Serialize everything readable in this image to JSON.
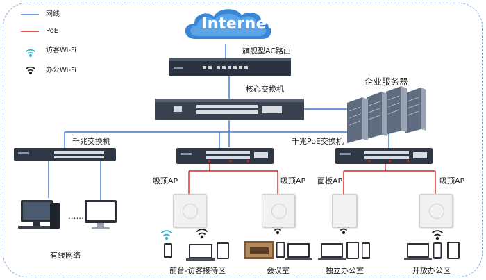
{
  "legend": {
    "wired": "网线",
    "poe": "PoE",
    "guest_wifi": "访客Wi-Fi",
    "office_wifi": "办公Wi-Fi"
  },
  "nodes": {
    "internet": "Internet",
    "ac_router": "旗舰型AC路由",
    "core_switch": "核心交换机",
    "servers": "企业服务器",
    "gigabit_switch": "千兆交换机",
    "poe_switch": "千兆PoE交换机",
    "ap_ceiling_1": "吸顶AP",
    "ap_ceiling_2": "吸顶AP",
    "ap_panel": "面板AP",
    "ap_ceiling_3": "吸顶AP"
  },
  "zones": {
    "wired_network": "有线网络",
    "reception": "前台-访客接待区",
    "meeting_room": "会议室",
    "private_office": "独立办公室",
    "open_office": "开放办公区"
  },
  "colors": {
    "wired_line": "#3a78d4",
    "poe_line": "#e02020",
    "guest_wifi": "#29b3c9",
    "office_wifi": "#1a1a1a"
  }
}
